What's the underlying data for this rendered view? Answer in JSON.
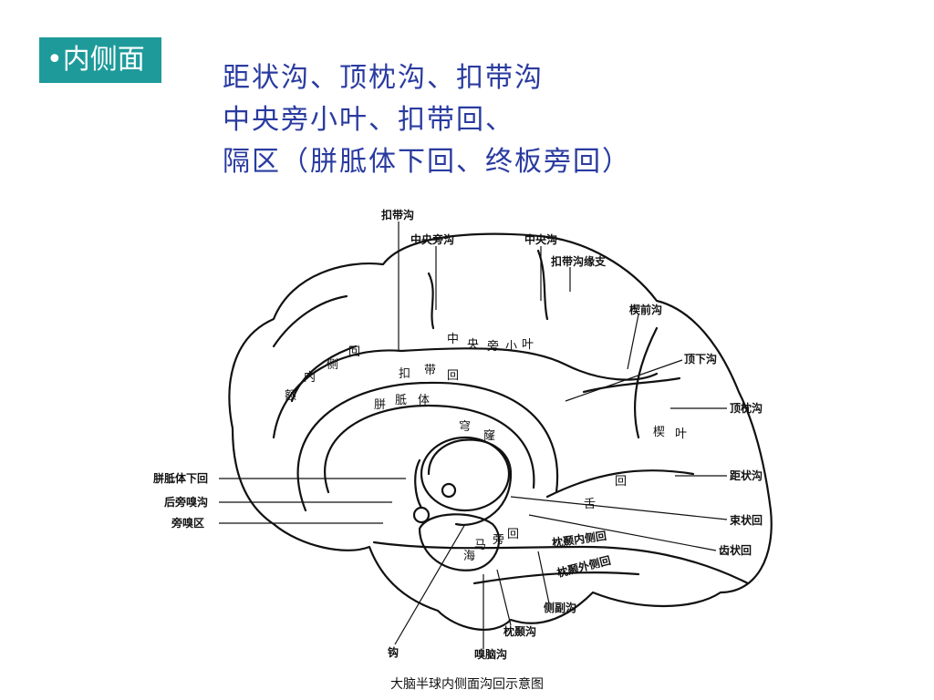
{
  "section_tag": "•内侧面",
  "heading_lines": [
    "距状沟、顶枕沟、扣带沟",
    "中央旁小叶、扣带回、",
    "隔区（胼胝体下回、终板旁回）"
  ],
  "labels": {
    "cingulate_sulcus": "扣带沟",
    "paracentral_sulcus": "中央旁沟",
    "central_sulcus": "中央沟",
    "marginal_branch": "扣带沟缘支",
    "precuneus_sulcus": "楔前沟",
    "subparietal_sulcus": "顶下沟",
    "parieto_occipital_sulcus": "顶枕沟",
    "calcarine_sulcus": "距状沟",
    "isthmus_gyrus": "束状回",
    "dentate_gyrus": "齿状回",
    "subcallosal_gyrus": "胼胝体下回",
    "posterior_parolfactory_sulcus": "后旁嗅沟",
    "parolfactory_area": "旁嗅区",
    "uncus": "钩",
    "rhinal_sulcus": "嗅脑沟",
    "occipitotemporal_sulcus": "枕颞沟",
    "collateral_sulcus": "侧副沟",
    "medial_occipitotemporal_gyrus": "枕颞内侧回",
    "lateral_occipitotemporal_gyrus": "枕颞外侧回"
  },
  "inner": {
    "paracentral_lobule": [
      "中",
      "央",
      "旁",
      "小",
      "叶"
    ],
    "cingulate_gyrus": [
      "扣",
      "带",
      "回"
    ],
    "corpus_callosum": [
      "胼",
      "胝",
      "体"
    ],
    "fornix": [
      "穹",
      "窿"
    ],
    "medial_frontal": [
      "额",
      "内",
      "侧",
      "回"
    ],
    "cuneus": [
      "楔",
      "叶"
    ],
    "lingual": [
      "回",
      "舌"
    ],
    "parahippocampal": [
      "海",
      "马",
      "旁",
      "回"
    ]
  },
  "caption": "大脑半球内侧面沟回示意图"
}
